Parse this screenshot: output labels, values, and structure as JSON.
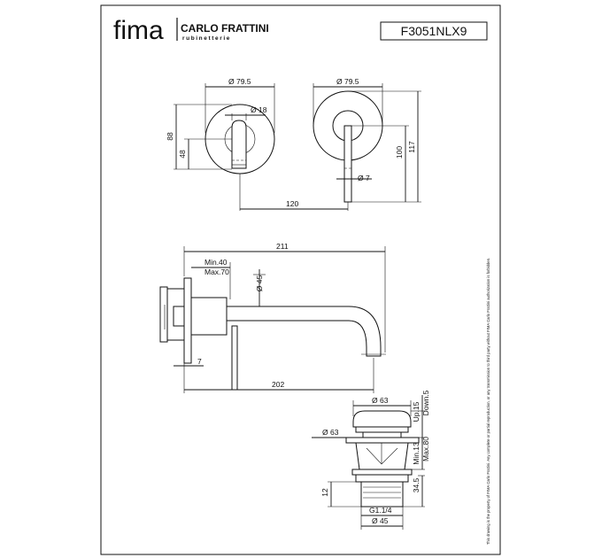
{
  "header": {
    "brand": "fima",
    "maker": "CARLO FRATTINI",
    "maker_sub": "rubinetterie",
    "code": "F3051NLX9"
  },
  "notice": "This drawing is the property of FIMA Carlo Frattini. Any complete or partial reproduction, or any transmission to third party without FIMA Carlo Frattini authorization is forbidden.",
  "front_view": {
    "dia_plate": "Ø 79.5",
    "dia_spout": "Ø 18",
    "h_88": "88",
    "h_48": "48",
    "spacing": "120"
  },
  "lever_view": {
    "dia_plate": "Ø 79.5",
    "dia_lever": "Ø 7",
    "h_100": "100",
    "h_117": "117"
  },
  "side_view": {
    "len_total": "211",
    "min": "Min.40",
    "max": "Max.70",
    "dia_45": "Ø 45",
    "wall_7": "7",
    "len_202": "202"
  },
  "waste": {
    "dia_63_top": "Ø 63",
    "dia_63_left": "Ø 63",
    "up": "Up.15",
    "down": "Down.5",
    "min": "Min.13",
    "max": "Max.80",
    "h_34": "34.5",
    "h_12": "12",
    "thread": "G1.1/4",
    "dia_45": "Ø 45"
  }
}
